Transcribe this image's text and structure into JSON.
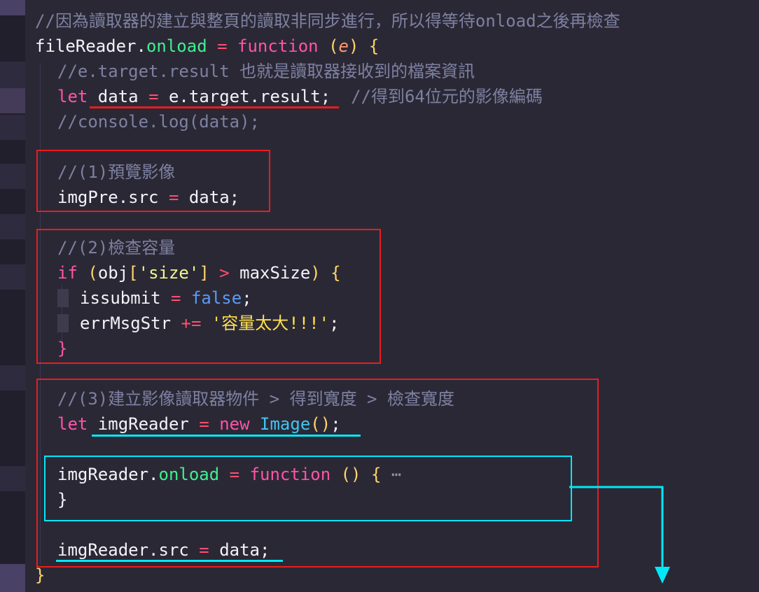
{
  "colors": {
    "bg": "#2b2836",
    "gutter": "#221f2d",
    "guide": "#3b3650",
    "fg": "#f4f2f8",
    "comment": "#7d81a0",
    "keyword": "#ff54a6",
    "operator": "#ff4f70",
    "green": "#3ff08d",
    "gold": "#ffd866",
    "orange": "#ff9b6b",
    "blue": "#5a9bf5",
    "classname": "#3fc6f0",
    "stringPale": "#eff78f",
    "stringYellow": "#ffe14d",
    "fold": "#9094ab",
    "whitespaceBlock": "#3d3c4e",
    "annotRed": "#ea1c1c",
    "annotCyan": "#00e8f7",
    "minimapDim": "#2f2b3e",
    "minimapMid": "#443b58",
    "minimapLight": "#4a4166"
  },
  "editor": {
    "language": "javascript",
    "fold_ellipsis": "⋯",
    "lines": [
      {
        "indent": 0,
        "tokens": [
          [
            "c",
            "//因為讀取器的建立與整頁的讀取非同步進行，所以得等待onload之後再檢查"
          ]
        ]
      },
      {
        "indent": 0,
        "tokens": [
          [
            "w",
            "fileReader."
          ],
          [
            "g",
            "onload"
          ],
          [
            "w",
            " "
          ],
          [
            "r",
            "="
          ],
          [
            "w",
            " "
          ],
          [
            "p",
            "function"
          ],
          [
            "w",
            " "
          ],
          [
            "y",
            "("
          ],
          [
            "o",
            "e"
          ],
          [
            "y",
            ")"
          ],
          [
            "w",
            " "
          ],
          [
            "y",
            "{"
          ]
        ]
      },
      {
        "indent": 1,
        "tokens": [
          [
            "c",
            "//e.target.result 也就是讀取器接收到的檔案資訊"
          ]
        ]
      },
      {
        "indent": 1,
        "tokens": [
          [
            "p",
            "let"
          ],
          [
            "w",
            " data "
          ],
          [
            "r",
            "="
          ],
          [
            "w",
            " e.target.result;  "
          ],
          [
            "c",
            "//得到64位元的影像編碼"
          ]
        ]
      },
      {
        "indent": 1,
        "tokens": [
          [
            "c",
            "//console.log(data);"
          ]
        ]
      },
      {
        "indent": 0,
        "tokens": []
      },
      {
        "indent": 1,
        "tokens": [
          [
            "c",
            "//(1)預覽影像"
          ]
        ]
      },
      {
        "indent": 1,
        "tokens": [
          [
            "w",
            "imgPre.src "
          ],
          [
            "r",
            "="
          ],
          [
            "w",
            " data;"
          ]
        ]
      },
      {
        "indent": 0,
        "tokens": []
      },
      {
        "indent": 1,
        "tokens": [
          [
            "c",
            "//(2)檢查容量"
          ]
        ]
      },
      {
        "indent": 1,
        "tokens": [
          [
            "p",
            "if"
          ],
          [
            "w",
            " "
          ],
          [
            "y",
            "("
          ],
          [
            "w",
            "obj"
          ],
          [
            "y",
            "["
          ],
          [
            "s1",
            "'size'"
          ],
          [
            "y",
            "]"
          ],
          [
            "w",
            " "
          ],
          [
            "r",
            ">"
          ],
          [
            "w",
            " maxSize"
          ],
          [
            "y",
            ")"
          ],
          [
            "w",
            " "
          ],
          [
            "y",
            "{"
          ]
        ]
      },
      {
        "indent": 1,
        "tokens": [
          [
            "tb",
            ""
          ],
          [
            "w",
            "issubmit "
          ],
          [
            "r",
            "="
          ],
          [
            "w",
            " "
          ],
          [
            "b",
            "false"
          ],
          [
            "w",
            ";"
          ]
        ]
      },
      {
        "indent": 1,
        "tokens": [
          [
            "tb",
            ""
          ],
          [
            "w",
            "errMsgStr "
          ],
          [
            "r",
            "+="
          ],
          [
            "w",
            " "
          ],
          [
            "s2",
            "'容量太大!!!'"
          ],
          [
            "w",
            ";"
          ]
        ]
      },
      {
        "indent": 1,
        "tokens": [
          [
            "p",
            "}"
          ]
        ]
      },
      {
        "indent": 0,
        "tokens": []
      },
      {
        "indent": 1,
        "tokens": [
          [
            "c",
            "//(3)建立影像讀取器物件 > 得到寬度 > 檢查寬度"
          ]
        ]
      },
      {
        "indent": 1,
        "tokens": [
          [
            "p",
            "let"
          ],
          [
            "w",
            " imgReader "
          ],
          [
            "r",
            "="
          ],
          [
            "w",
            " "
          ],
          [
            "p",
            "new"
          ],
          [
            "w",
            " "
          ],
          [
            "cy",
            "Image"
          ],
          [
            "y",
            "()"
          ],
          [
            "w",
            ";"
          ]
        ]
      },
      {
        "indent": 0,
        "tokens": []
      },
      {
        "indent": 1,
        "tokens": [
          [
            "w",
            "imgReader."
          ],
          [
            "g",
            "onload"
          ],
          [
            "w",
            " "
          ],
          [
            "r",
            "="
          ],
          [
            "w",
            " "
          ],
          [
            "p",
            "function"
          ],
          [
            "w",
            " "
          ],
          [
            "y",
            "()"
          ],
          [
            "w",
            " "
          ],
          [
            "y",
            "{"
          ],
          [
            "w",
            " "
          ],
          [
            "f",
            "⋯"
          ]
        ]
      },
      {
        "indent": 1,
        "tokens": [
          [
            "w",
            "}"
          ]
        ]
      },
      {
        "indent": 0,
        "tokens": []
      },
      {
        "indent": 1,
        "tokens": [
          [
            "w",
            "imgReader.src "
          ],
          [
            "r",
            "="
          ],
          [
            "w",
            " data;"
          ]
        ]
      },
      {
        "indent": 0,
        "tokens": [
          [
            "y",
            "}"
          ]
        ]
      }
    ]
  }
}
